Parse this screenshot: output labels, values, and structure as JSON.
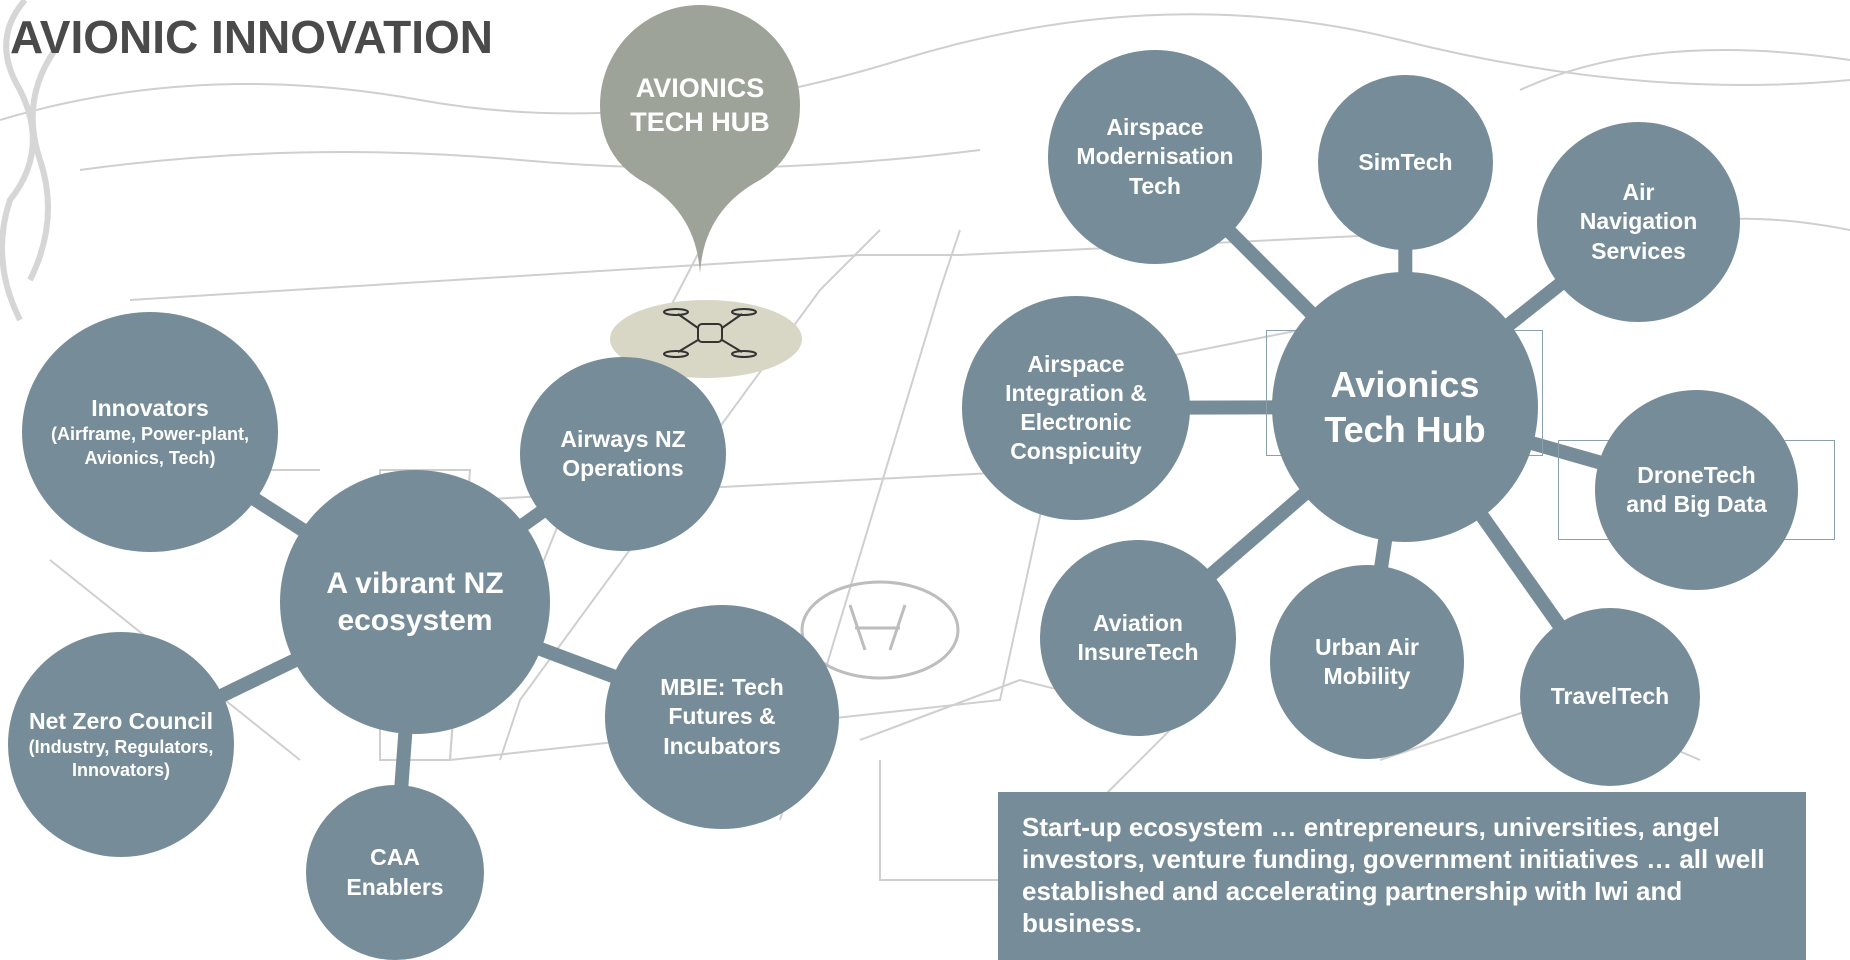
{
  "title": "AVIONIC INNOVATION",
  "pin": {
    "label": "AVIONICS\nTECH HUB",
    "color": "#9ea39a"
  },
  "left_cluster": {
    "center": "A vibrant NZ\necosystem",
    "nodes": [
      {
        "id": "innovators",
        "label": "Innovators",
        "sub": "(Airframe, Power-plant,\nAvionics, Tech)"
      },
      {
        "id": "airways",
        "label": "Airways NZ\nOperations",
        "sub": ""
      },
      {
        "id": "mbie",
        "label": "MBIE: Tech\nFutures &\nIncubators",
        "sub": ""
      },
      {
        "id": "caa",
        "label": "CAA\nEnablers",
        "sub": ""
      },
      {
        "id": "netzero",
        "label": "Net Zero Council",
        "sub": "(Industry, Regulators,\nInnovators)"
      }
    ]
  },
  "right_cluster": {
    "center": "Avionics\nTech Hub",
    "nodes": [
      {
        "id": "airspace-mod",
        "label": "Airspace\nModernisation\nTech"
      },
      {
        "id": "simtech",
        "label": "SimTech"
      },
      {
        "id": "air-nav",
        "label": "Air\nNavigation\nServices"
      },
      {
        "id": "airspace-int",
        "label": "Airspace\nIntegration &\nElectronic\nConspicuity"
      },
      {
        "id": "dronetech",
        "label": "DroneTech\nand Big Data"
      },
      {
        "id": "insuretech",
        "label": "Aviation\nInsureTech"
      },
      {
        "id": "uam",
        "label": "Urban Air\nMobility"
      },
      {
        "id": "traveltech",
        "label": "TravelTech"
      }
    ]
  },
  "callout": "Start-up ecosystem … entrepreneurs, universities, angel investors, venture funding, government initiatives … all well established and accelerating partnership with Iwi and business.",
  "colors": {
    "node": "#768d99",
    "title": "#4a4a4a",
    "sketch": "#c9c9c9",
    "pin": "#9ea39a"
  }
}
